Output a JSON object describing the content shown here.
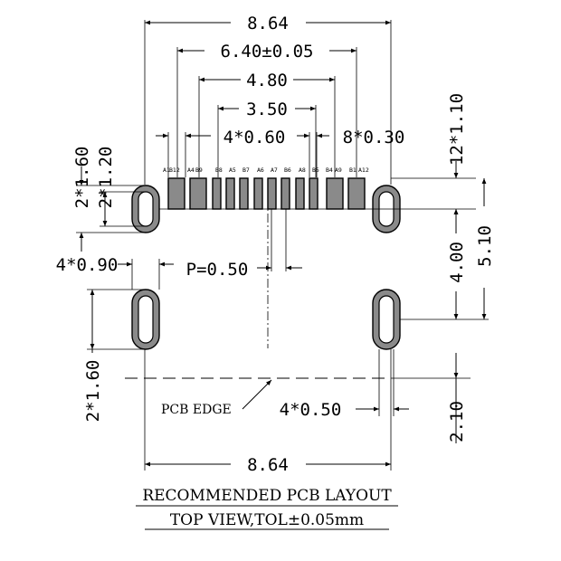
{
  "dimensions": {
    "overall_top": "8.64",
    "pad_span": "6.40±0.05",
    "span_a": "4.80",
    "span_b": "3.50",
    "wide_pad_width": "4*0.60",
    "narrow_pad_width": "8*0.30",
    "pad_length": "12*1.10",
    "front_slot_length": "2*1.60",
    "front_slot_straight": "2*1.20",
    "rear_slot_width": "4*0.90",
    "rear_slot_length": "2*1.60",
    "pitch": "P=0.50",
    "slot_width": "4*0.50",
    "pitch_rows": "4.00",
    "pitch_total": "5.10",
    "edge_distance": "2.10",
    "overall_bottom": "8.64"
  },
  "pin_labels": [
    "A1",
    "B12",
    "A4",
    "B9",
    "B8",
    "A5",
    "B7",
    "A6",
    "A7",
    "B6",
    "A8",
    "B5",
    "B4",
    "A9",
    "B1",
    "A12"
  ],
  "labels": {
    "pcb_edge": "PCB EDGE",
    "title": "RECOMMENDED PCB LAYOUT",
    "subtitle": "TOP VIEW,TOL±0.05mm"
  }
}
